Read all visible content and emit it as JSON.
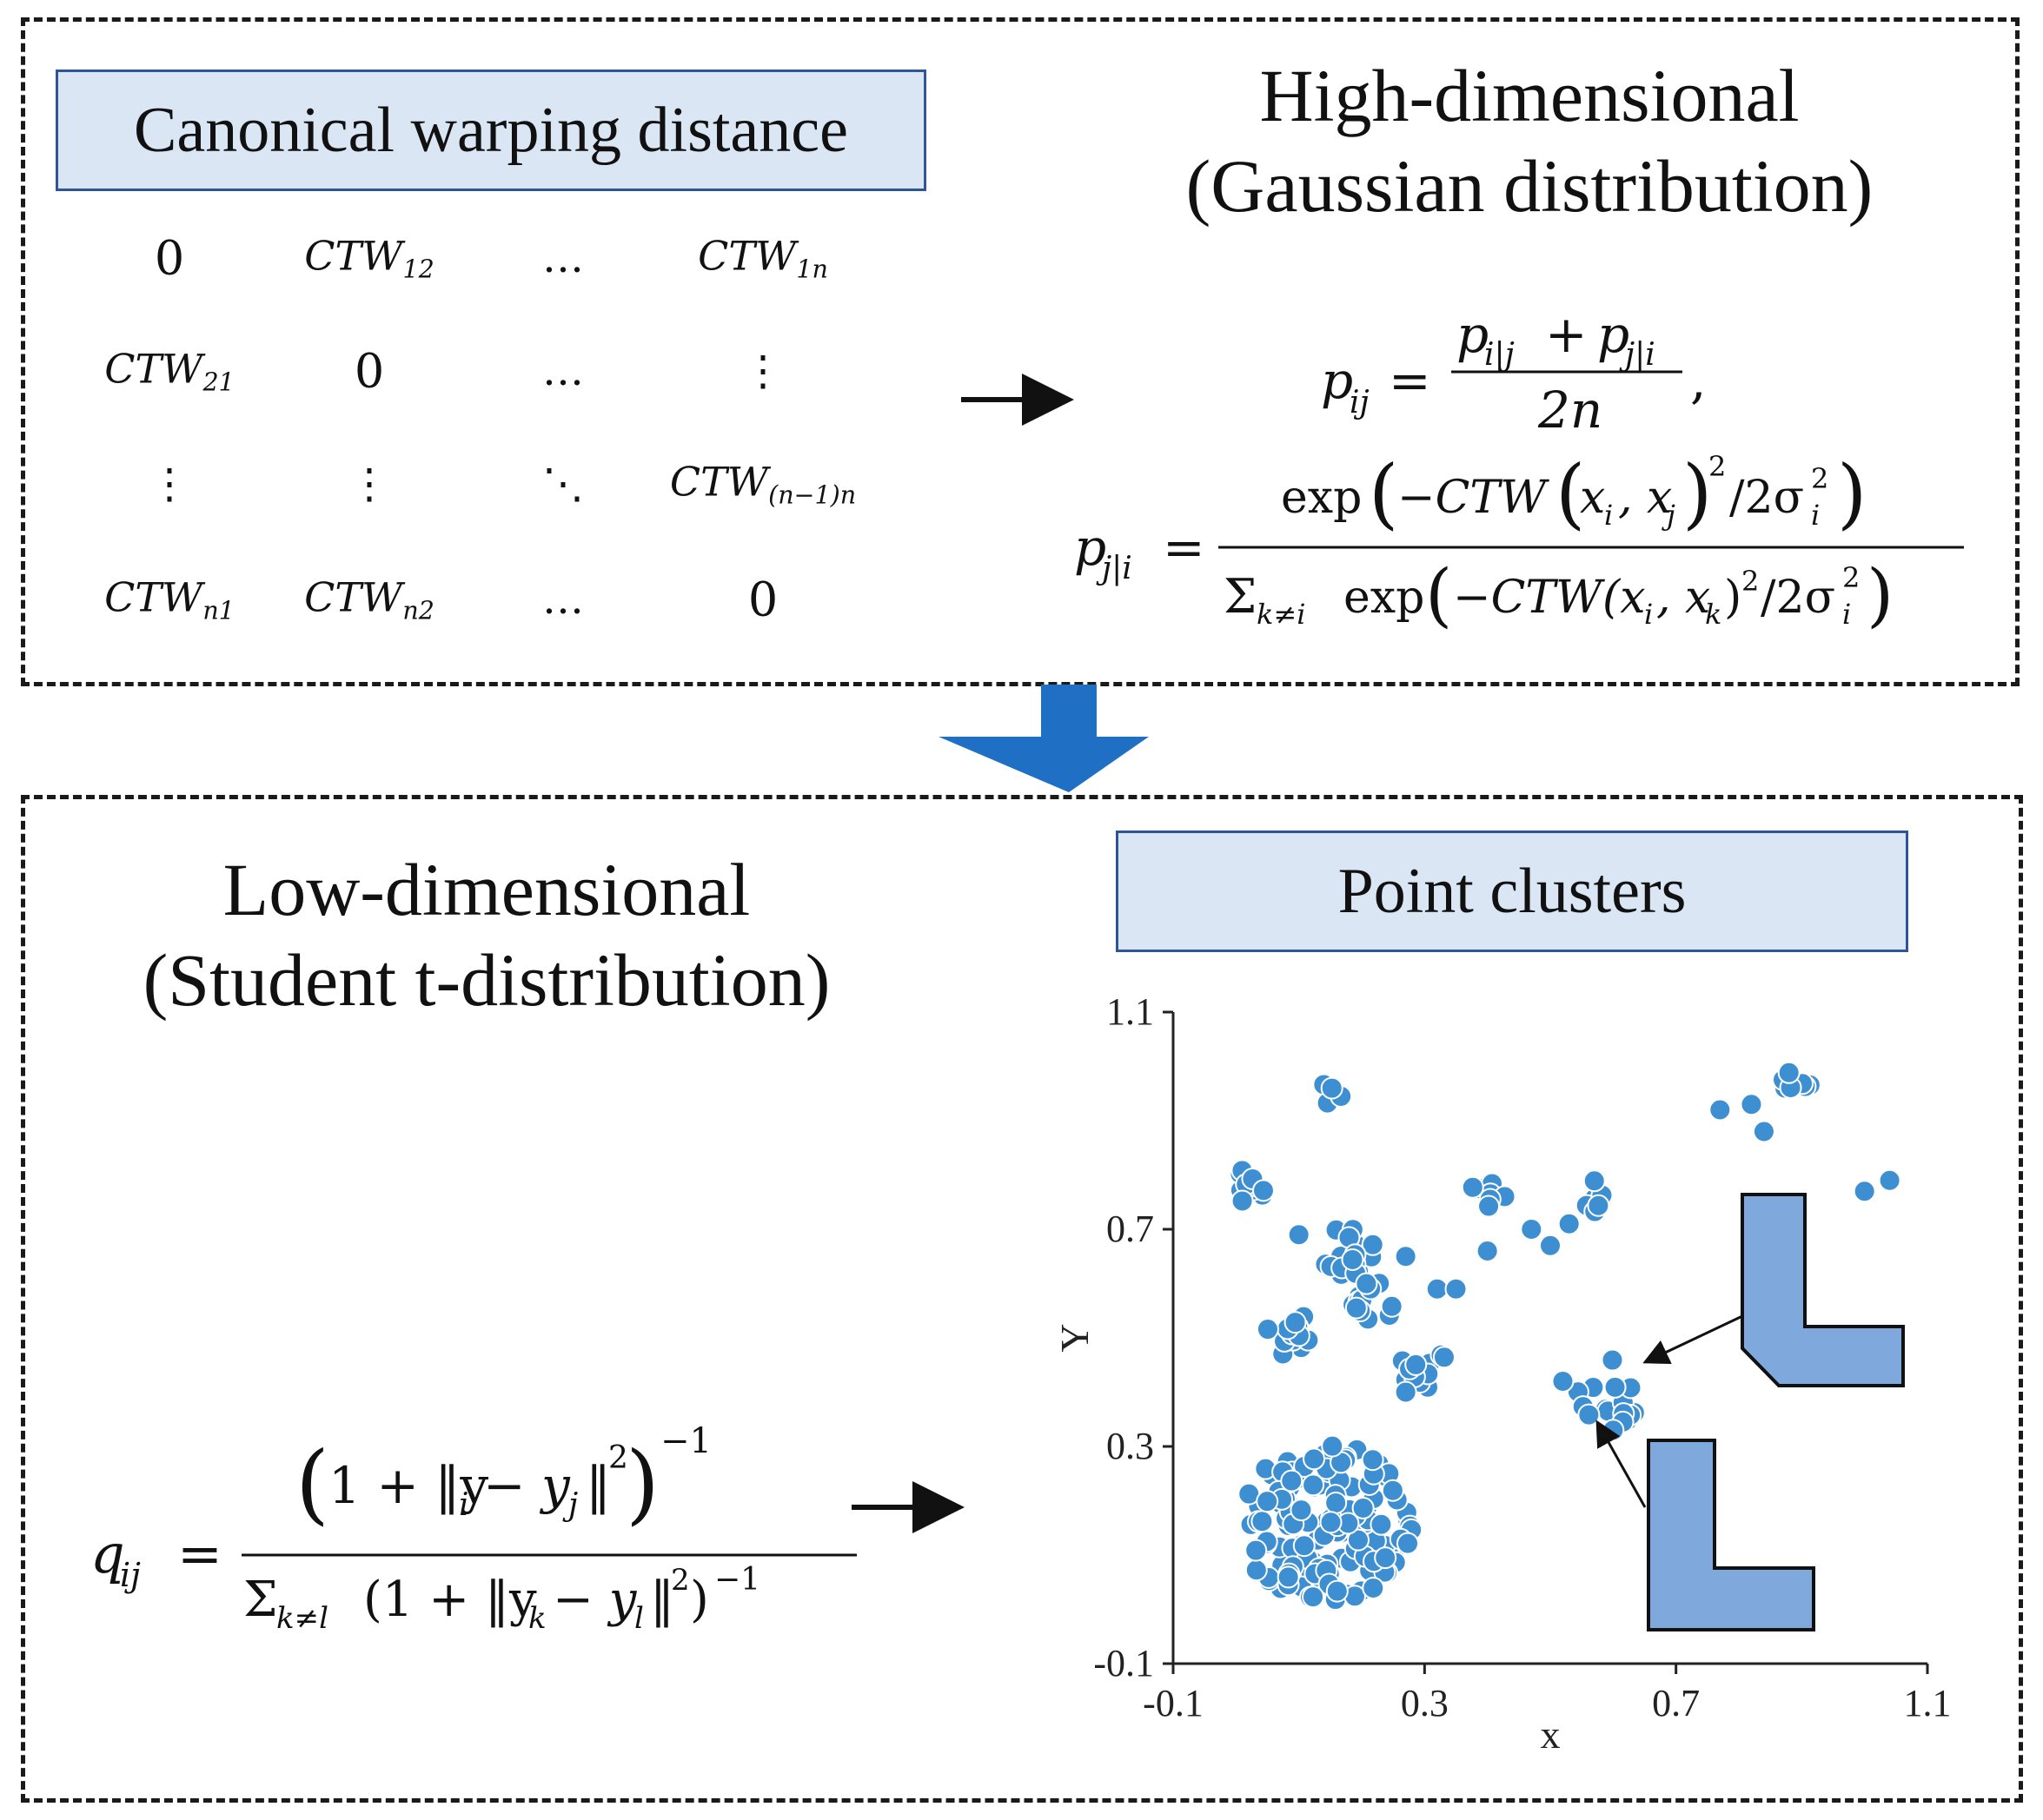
{
  "top_panel": {
    "ctw_title": "Canonical warping distance",
    "matrix": {
      "rows": [
        [
          {
            "t": "0"
          },
          {
            "b": "CTW",
            "s": "12"
          },
          {
            "t": "…"
          },
          {
            "b": "CTW",
            "s": "1n"
          }
        ],
        [
          {
            "b": "CTW",
            "s": "21"
          },
          {
            "t": "0"
          },
          {
            "t": "…"
          },
          {
            "t": "⋮"
          }
        ],
        [
          {
            "t": "⋮"
          },
          {
            "t": "⋮"
          },
          {
            "t": "⋱"
          },
          {
            "b": "CTW",
            "s": "(n−1)n"
          }
        ],
        [
          {
            "b": "CTW",
            "s": "n1"
          },
          {
            "b": "CTW",
            "s": "n2"
          },
          {
            "t": "…"
          },
          {
            "t": "0"
          }
        ]
      ]
    },
    "hd_title_line1": "High-dimensional",
    "hd_title_line2": "(Gaussian distribution)",
    "formula_pij": {
      "lhs": "p",
      "lhs_sub": "ij",
      "numerator": "p",
      "num_sub1": "i|j",
      "plus": "+",
      "num_sub2": "j|i",
      "denominator": "2n",
      "comma": ","
    },
    "formula_pji": {
      "lhs": "p",
      "lhs_sub": "j|i",
      "num_text": "exp",
      "num_inner": "−CTW",
      "denom_sum": "Σ",
      "denom_sum_sub": "k≠i",
      "denom_text": "exp",
      "denom_inner": "−CTW"
    }
  },
  "bottom_panel": {
    "ld_title_line1": "Low-dimensional",
    "ld_title_line2": "(Student t-distribution)",
    "pc_title": "Point clusters",
    "formula_qij": {
      "lhs": "q",
      "lhs_sub": "ij",
      "num": "1 + ‖y",
      "num_exp": "−1",
      "denom_sum": "Σ",
      "denom_sum_sub": "k≠l",
      "denom": "(1 + ‖y",
      "denom_exp": "−1"
    }
  },
  "chart_data": {
    "type": "scatter",
    "title": "",
    "xlabel": "x",
    "ylabel": "Y",
    "xlim": [
      -0.1,
      1.1
    ],
    "ylim": [
      -0.1,
      1.1
    ],
    "xticks": [
      "-0.1",
      "0.3",
      "0.7",
      "1.1"
    ],
    "yticks": [
      "-0.1",
      "0.3",
      "0.7",
      "1.1"
    ],
    "color": "#3d8fd1",
    "clusters": [
      {
        "center": [
          0.14,
          0.16
        ],
        "radius": 0.14,
        "points": 140
      },
      {
        "center": [
          0.15,
          0.95
        ],
        "radius": 0.02,
        "points": 5
      },
      {
        "center": [
          0.89,
          0.98
        ],
        "radius": 0.03,
        "points": 8
      },
      {
        "center": [
          0.02,
          0.78
        ],
        "radius": 0.03,
        "points": 10
      },
      {
        "center": [
          0.18,
          0.66
        ],
        "radius": 0.05,
        "points": 18
      },
      {
        "center": [
          0.08,
          0.51
        ],
        "radius": 0.04,
        "points": 14
      },
      {
        "center": [
          0.3,
          0.45
        ],
        "radius": 0.04,
        "points": 14
      },
      {
        "center": [
          0.4,
          0.76
        ],
        "radius": 0.03,
        "points": 8
      },
      {
        "center": [
          0.57,
          0.76
        ],
        "radius": 0.03,
        "points": 7
      },
      {
        "center": [
          0.6,
          0.4
        ],
        "radius": 0.06,
        "points": 16
      },
      {
        "center": [
          0.22,
          0.57
        ],
        "radius": 0.04,
        "points": 12
      }
    ],
    "scattered_points": [
      [
        0.77,
        0.92
      ],
      [
        0.82,
        0.93
      ],
      [
        0.84,
        0.88
      ],
      [
        1.0,
        0.77
      ],
      [
        1.04,
        0.79
      ],
      [
        0.1,
        0.69
      ],
      [
        0.27,
        0.4
      ],
      [
        0.4,
        0.66
      ],
      [
        0.32,
        0.59
      ],
      [
        0.35,
        0.59
      ],
      [
        0.47,
        0.7
      ],
      [
        0.5,
        0.67
      ],
      [
        0.53,
        0.71
      ],
      [
        0.52,
        0.42
      ],
      [
        0.6,
        0.33
      ],
      [
        0.27,
        0.65
      ]
    ],
    "legend": "none",
    "grid": false
  }
}
